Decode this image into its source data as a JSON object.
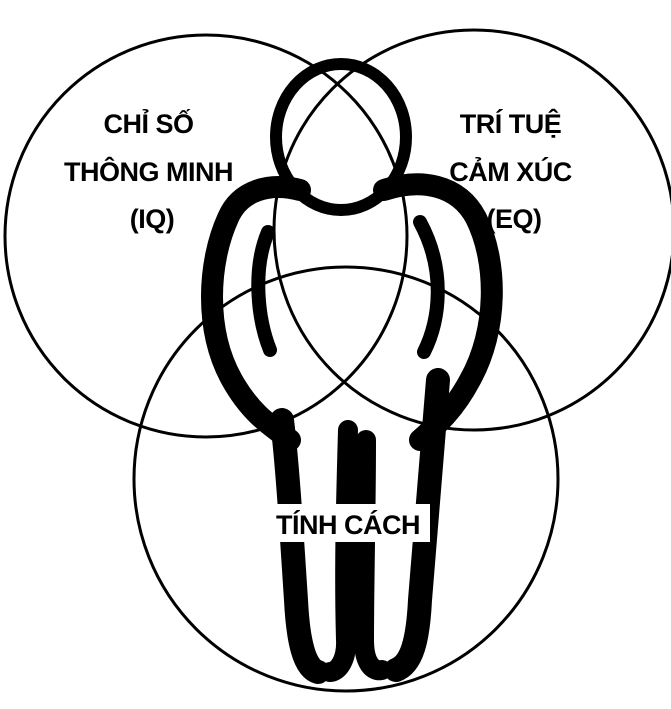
{
  "circles": [
    {
      "id": "iq",
      "lines": [
        "CHỈ SỐ",
        "THÔNG MINH",
        "(IQ)"
      ]
    },
    {
      "id": "eq",
      "lines": [
        "TRÍ TUỆ",
        "CẢM XÚC",
        "(EQ)"
      ]
    },
    {
      "id": "personality",
      "lines": [
        "TÍNH CÁCH"
      ]
    }
  ],
  "colors": {
    "stroke": "#000000",
    "background": "#ffffff",
    "text": "#000000"
  },
  "icons": {
    "figure": "person-silhouette-icon"
  }
}
